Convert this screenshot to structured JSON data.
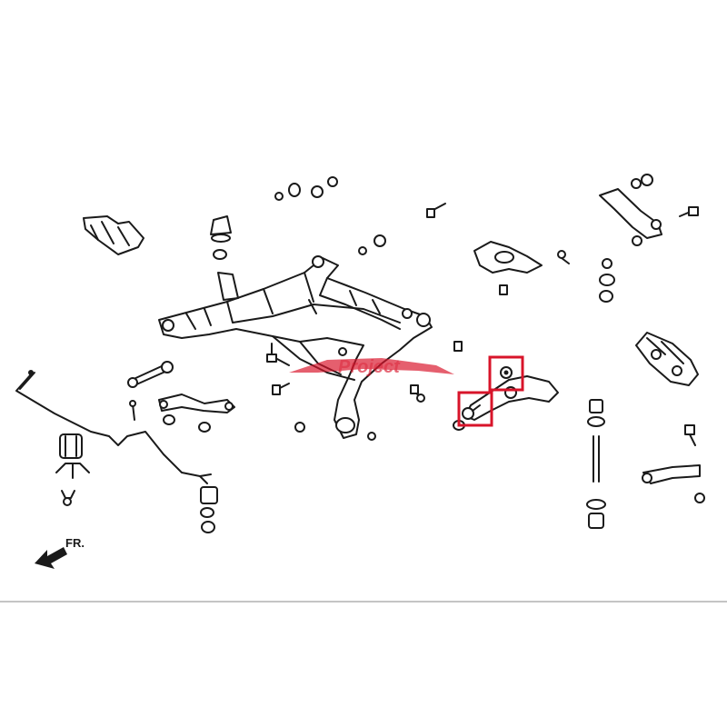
{
  "direction_label": "FR.",
  "watermark_text": "Project",
  "colors": {
    "line": "#1a1a1a",
    "highlight": "#d8142a",
    "background": "#ffffff",
    "bottom_rule": "#888888"
  },
  "icons": [
    "front-direction-arrow-icon",
    "watermark-logo"
  ]
}
